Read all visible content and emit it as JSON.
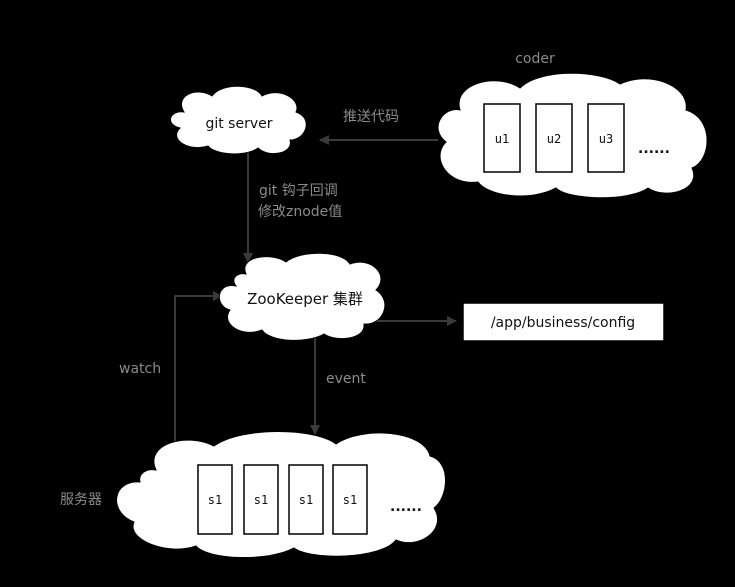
{
  "labels": {
    "coder": "coder",
    "git_server": "git server",
    "push_code": "推送代码",
    "hook_line1": "git 钩子回调",
    "hook_line2": "修改znode值",
    "zookeeper": "ZooKeeper 集群",
    "config_path": "/app/business/config",
    "watch": "watch",
    "event": "event",
    "servers": "服务器"
  },
  "coders": [
    "u1",
    "u2",
    "u3"
  ],
  "coders_more": "......",
  "servers": [
    "s1",
    "s1",
    "s1",
    "s1"
  ],
  "servers_more": "......"
}
